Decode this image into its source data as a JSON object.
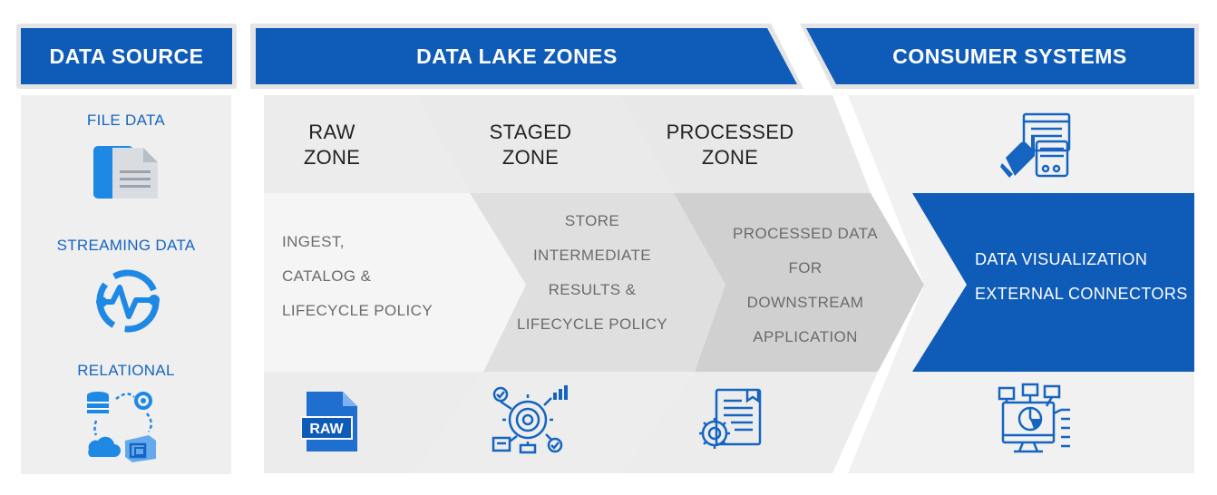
{
  "headers": {
    "data_source": "DATA SOURCE",
    "data_lake_zones": "DATA LAKE ZONES",
    "consumer_systems": "CONSUMER SYSTEMS"
  },
  "sources": [
    {
      "label": "FILE DATA",
      "icon": "file-icon"
    },
    {
      "label": "STREAMING DATA",
      "icon": "streaming-pulse-icon"
    },
    {
      "label": "RELATIONAL",
      "icon": "relational-database-icon"
    }
  ],
  "zones": [
    {
      "title_line1": "RAW",
      "title_line2": "ZONE",
      "desc": [
        "INGEST,",
        "CATALOG &",
        "LIFECYCLE POLICY"
      ],
      "icon": "raw-file-icon"
    },
    {
      "title_line1": "STAGED",
      "title_line2": "ZONE",
      "desc": [
        "STORE",
        "INTERMEDIATE",
        "RESULTS &",
        "LIFECYCLE POLICY"
      ],
      "icon": "staging-gear-bulb-icon"
    },
    {
      "title_line1": "PROCESSED",
      "title_line2": "ZONE",
      "desc": [
        "PROCESSED DATA",
        "FOR",
        "DOWNSTREAM",
        "APPLICATION"
      ],
      "icon": "processed-document-gear-icon"
    }
  ],
  "consumer": {
    "desc": [
      "DATA VISUALIZATION",
      "EXTERNAL CONNECTORS"
    ],
    "top_icon": "touch-dashboard-icon",
    "bottom_icon": "analytics-dashboard-icon"
  },
  "colors": {
    "brand_blue": "#0f5bb8",
    "icon_blue": "#1e88e5",
    "panel_light": "#efefef",
    "panel_mid": "#f5f5f5",
    "chevron_mid": "#e1e1e1",
    "chevron_dark": "#cfcfcf"
  }
}
